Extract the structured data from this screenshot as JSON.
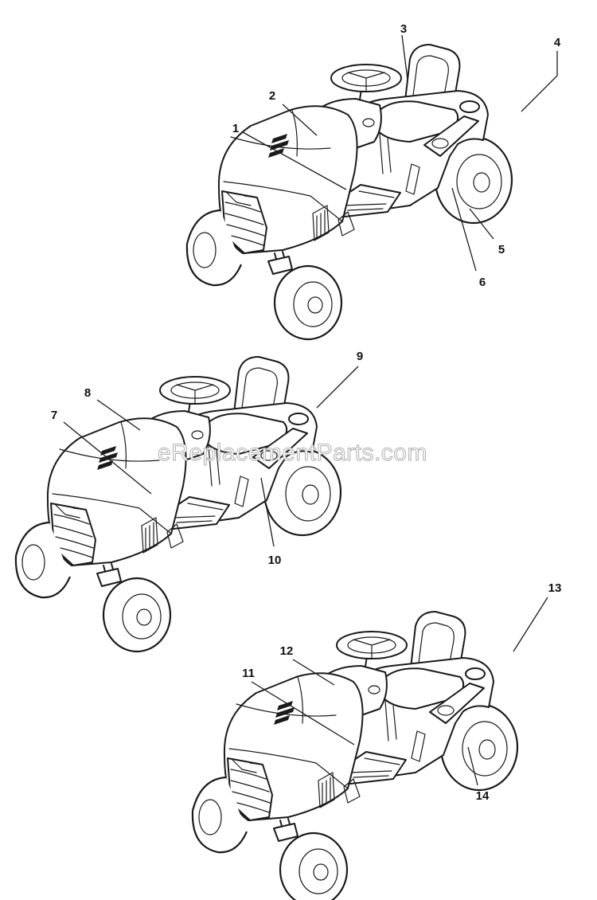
{
  "watermark": "eReplacementParts.com",
  "views": [
    {
      "name": "top-view",
      "callouts": [
        "1",
        "2",
        "3",
        "4",
        "5",
        "6"
      ]
    },
    {
      "name": "middle-view",
      "callouts": [
        "7",
        "8",
        "9",
        "10"
      ]
    },
    {
      "name": "bottom-view",
      "callouts": [
        "11",
        "12",
        "13",
        "14"
      ]
    }
  ]
}
